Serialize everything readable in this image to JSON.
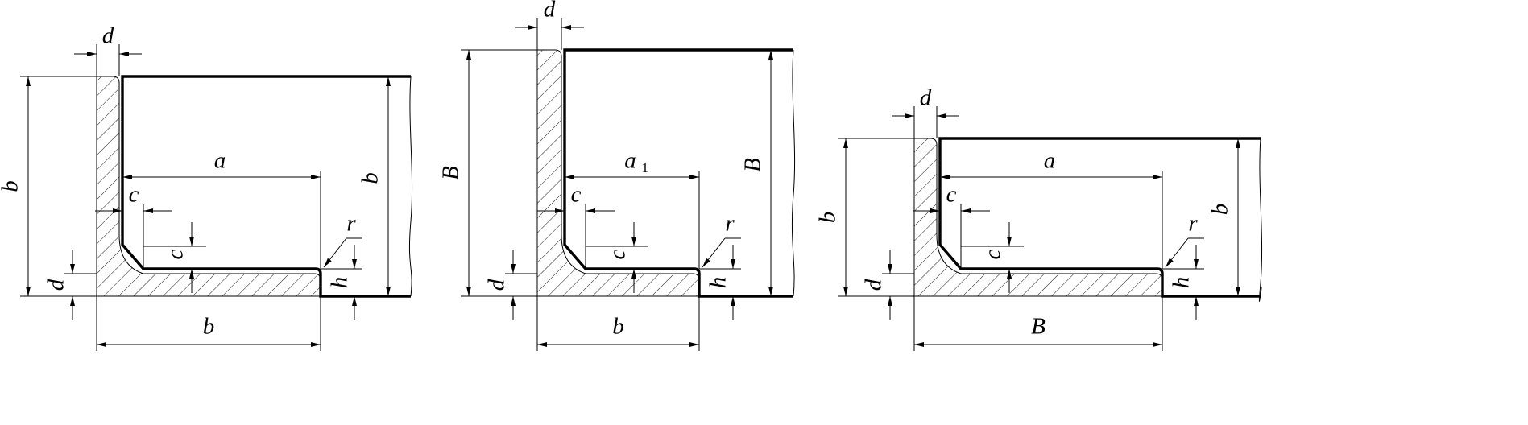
{
  "views": [
    {
      "id": "left",
      "labels": {
        "d_top": "d",
        "b_left": "b",
        "a": "a",
        "a_sub": "",
        "c_side": "c",
        "c_bottom": "c",
        "r": "r",
        "b_right": "b",
        "d_bottom": "d",
        "h": "h",
        "b_bottom": "b"
      }
    },
    {
      "id": "middle",
      "labels": {
        "d_top": "d",
        "b_left": "B",
        "a": "a",
        "a_sub": "1",
        "c_side": "c",
        "c_bottom": "c",
        "r": "r",
        "b_right": "B",
        "d_bottom": "d",
        "h": "h",
        "b_bottom": "b"
      }
    },
    {
      "id": "right",
      "labels": {
        "d_top": "d",
        "b_left": "b",
        "a": "a",
        "a_sub": "",
        "c_side": "c",
        "c_bottom": "c",
        "r": "r",
        "b_right": "b",
        "d_bottom": "d",
        "h": "h",
        "b_bottom": "B"
      }
    }
  ]
}
